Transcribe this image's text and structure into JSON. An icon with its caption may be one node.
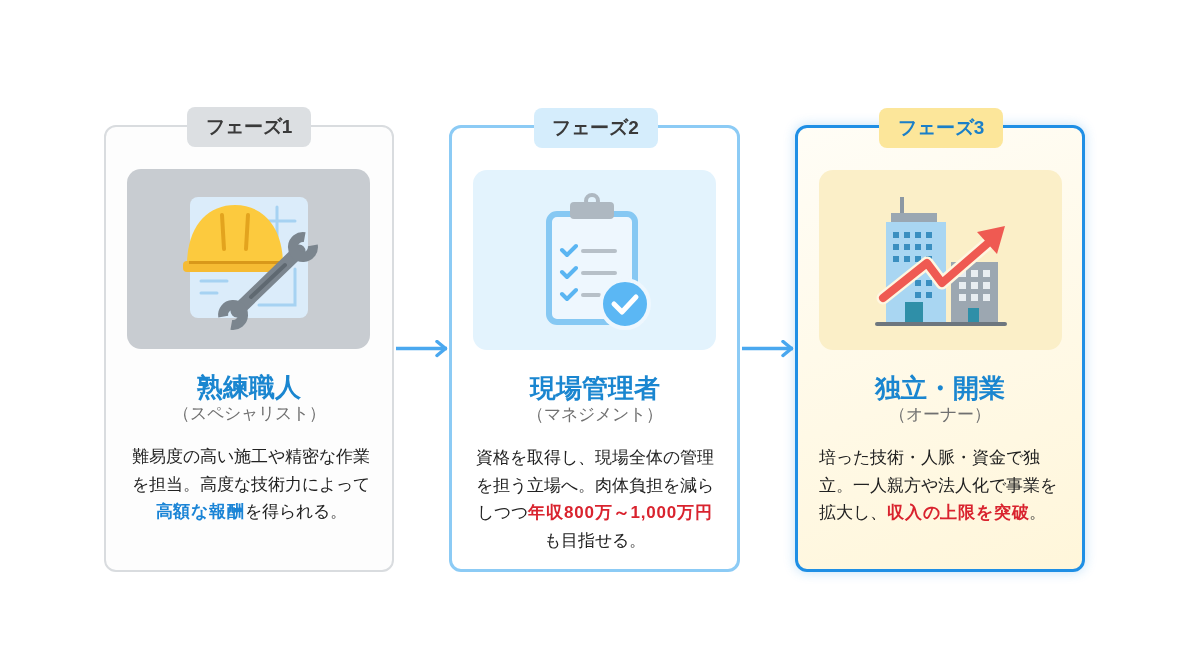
{
  "diagram": {
    "nodes": [
      {
        "text": [
          "フェーズ1",
          "熟練職人",
          "（スペシャリスト）",
          "難易度の高い施工や精密な作業を担当。高度な技術力によって**高額な報酬**を得られる。"
        ]
      },
      {
        "text": [
          "フェーズ2",
          "現場管理者",
          "（マネジメント）",
          "資格を取得し、現場全体の管理を担う立場へ。肉体負担を減らしつつ**年収800万～1,000万円**も目指せる。"
        ]
      },
      {
        "text": [
          "フェーズ3",
          "独立・開業",
          "（オーナー）",
          "培った技術・人脈・資金で独立。一人親方や法人化で事業を拡大し、**収入の上限を突破**。"
        ]
      }
    ],
    "edges": [
      {
        "from": 0,
        "to": 1,
        "arrow": "to"
      },
      {
        "from": 1,
        "to": 2,
        "arrow": "to"
      }
    ]
  }
}
